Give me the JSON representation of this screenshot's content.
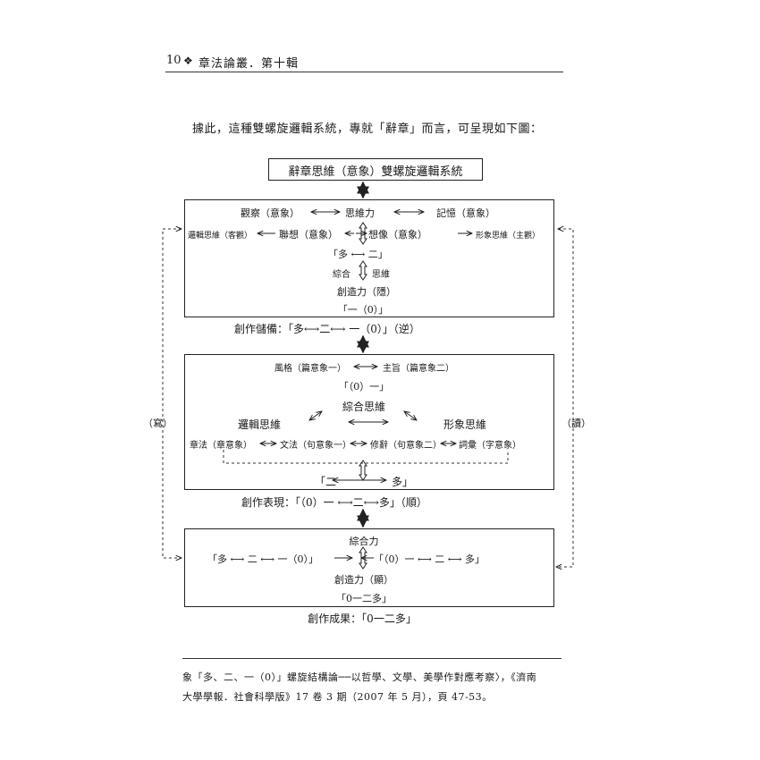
{
  "header": {
    "page_number": "10",
    "ornament": "❖",
    "book_title": "章法論叢．第十輯"
  },
  "intro": "據此，這種雙螺旋邏輯系統，專就「辭章」而言，可呈現如下圖：",
  "diagram": {
    "title": "辭章思維（意象）雙螺旋邏輯系統",
    "left_side_label": "（寫）",
    "right_side_label": "（讀）",
    "box1": {
      "line1": {
        "a": "觀察（意象）",
        "b": "思維力",
        "c": "記憶（意象）"
      },
      "line2": {
        "a": "邏輯思維（客觀）",
        "b": "聯想（意象）",
        "c": "想像（意象）",
        "d": "形象思維（主觀）"
      },
      "line3": "「多 ⟷ 二」",
      "line4": {
        "a": "綜合",
        "b": "思維"
      },
      "line5": "創造力（隱）",
      "line6": "「一（0）」"
    },
    "caption1": "創作儲備：「多⟷二⟷ 一（0）」（逆）",
    "box2": {
      "line1": {
        "a": "風格（篇意象一）",
        "b": "主旨（篇意象二）"
      },
      "line2": "「（0）一」",
      "line3": "綜合思維",
      "line4": {
        "a": "邏輯思維",
        "b": "形象思維"
      },
      "line5": {
        "a": "章法（章意象）",
        "b": "文法（句意象一）",
        "c": "修辭（句意象二）",
        "d": "詞彙（字意象）"
      },
      "line6": {
        "a": "「二",
        "b": "多」"
      }
    },
    "caption2": "創作表現：「（0）一 ⟷二⟷多」（順）",
    "box3": {
      "line1": "綜合力",
      "line2": {
        "a": "「多 ⟷ 二 ⟷ 一（0）」",
        "b": "「（0）一 ⟷ 二 ⟷ 多」"
      },
      "line3": "創造力（顯）",
      "line4": "「0一二多」"
    },
    "caption3": "創作成果：「0一二多」"
  },
  "footnote": {
    "line1": "象「多、二、一（0）」螺旋結構論──以哲學、文學、美學作對應考察〉，《濟南",
    "line2": "大學學報．社會科學版》17 卷 3 期（2007 年 5 月），頁 47-53。"
  }
}
